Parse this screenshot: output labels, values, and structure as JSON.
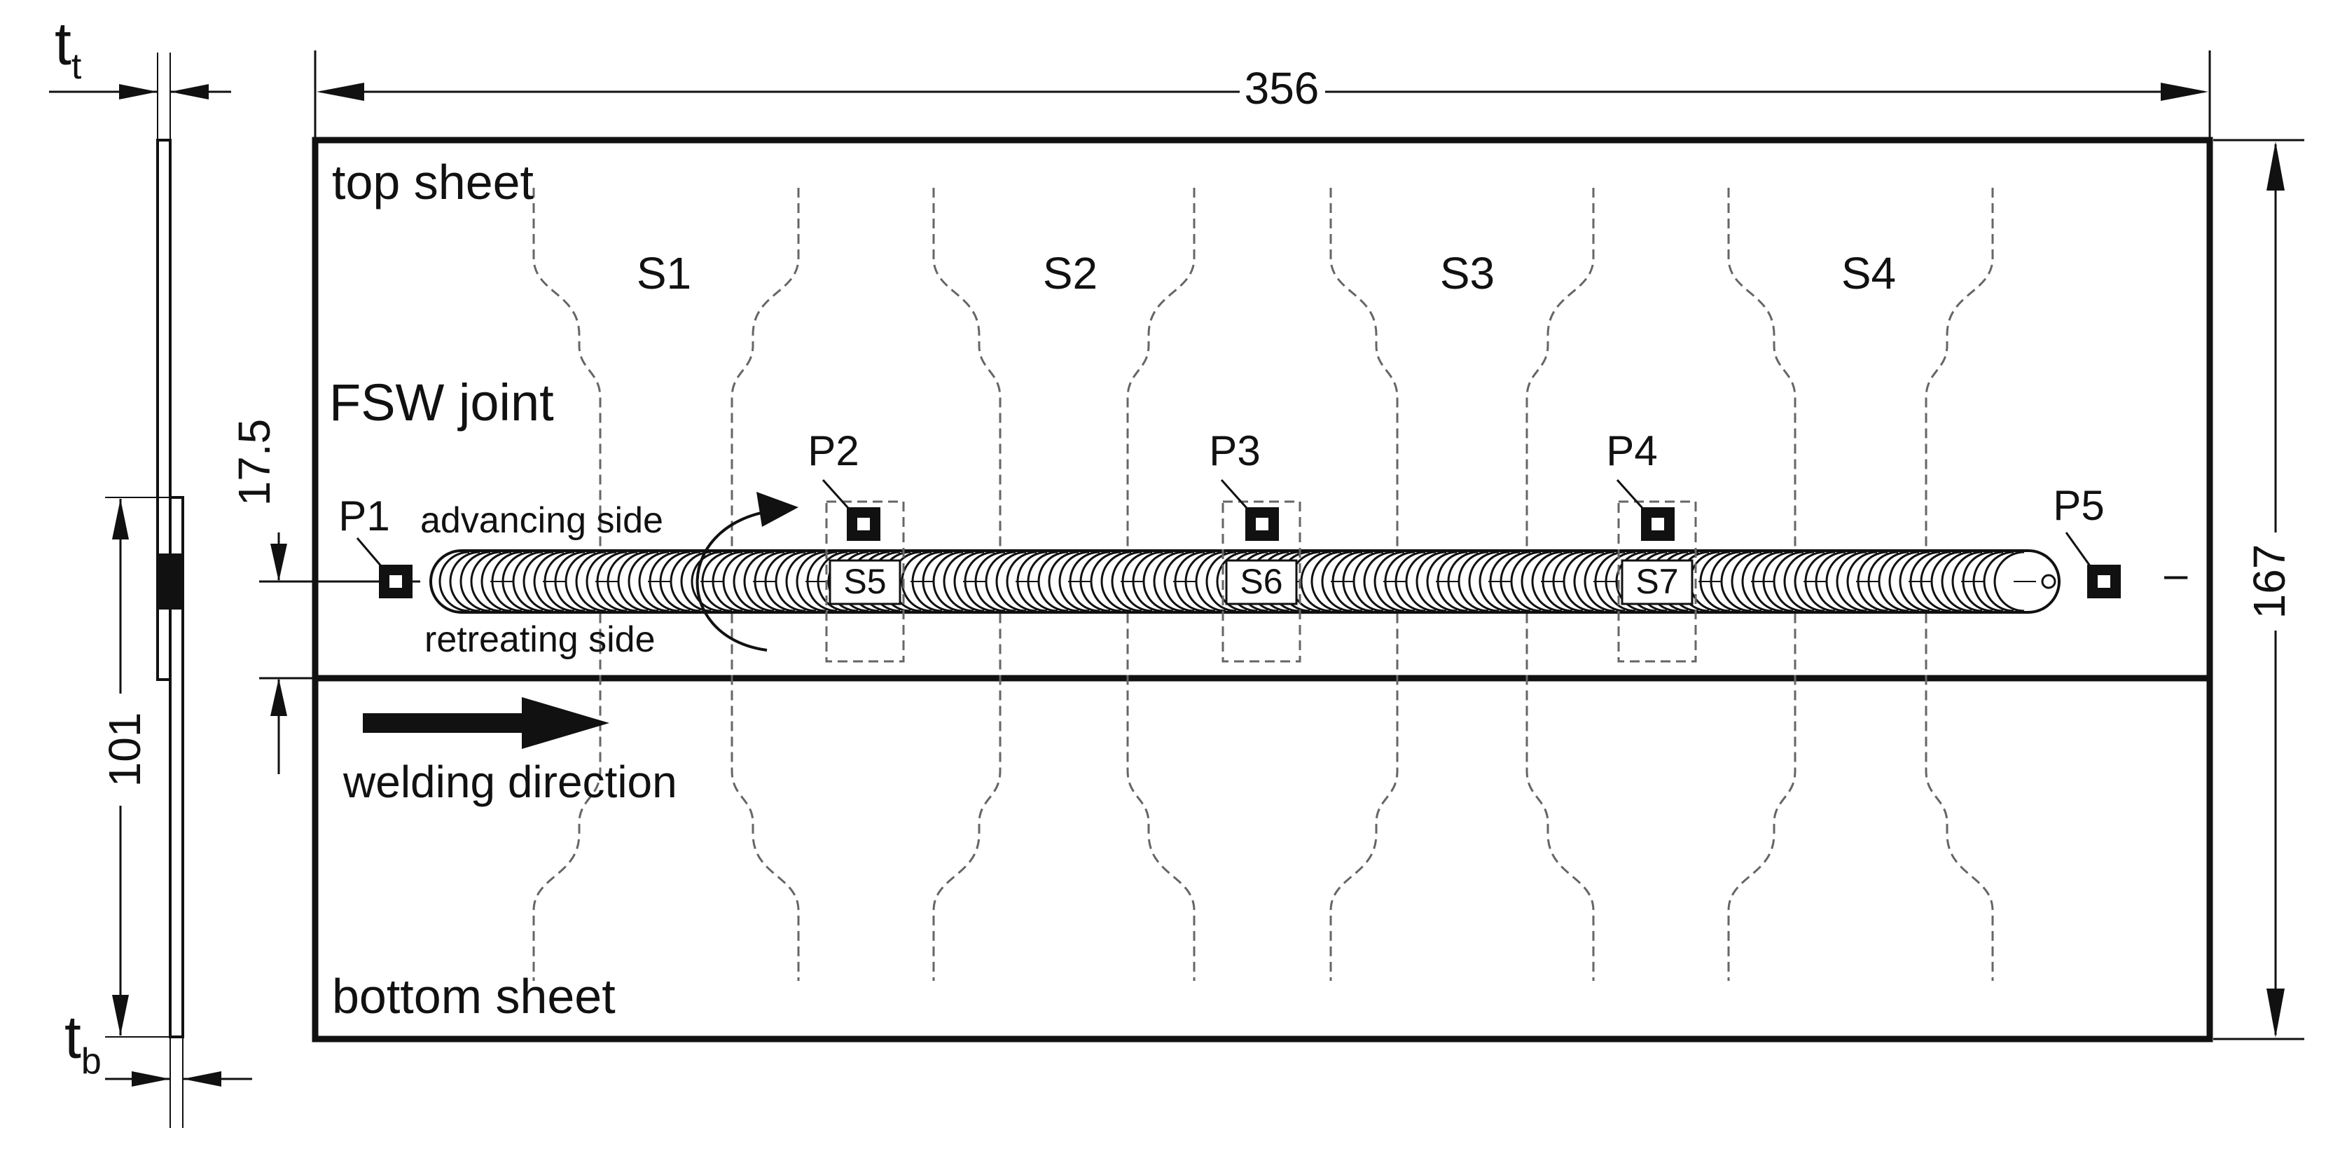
{
  "diagram": {
    "dimensions": {
      "overall_length": "356",
      "overall_width": "167",
      "offset": "17.5",
      "bottom_dim": "101",
      "top_thickness_main": "t",
      "top_thickness_sub": "t",
      "bottom_thickness_main": "t",
      "bottom_thickness_sub": "b"
    },
    "labels": {
      "top_sheet": "top sheet",
      "bottom_sheet": "bottom sheet",
      "fsw_joint": "FSW joint",
      "advancing_side": "advancing side",
      "retreating_side": "retreating side",
      "welding_direction": "welding direction",
      "end_mark": "–"
    },
    "specimens": [
      {
        "id": "S1"
      },
      {
        "id": "S2"
      },
      {
        "id": "S3"
      },
      {
        "id": "S4"
      }
    ],
    "samples": [
      {
        "id": "S5"
      },
      {
        "id": "S6"
      },
      {
        "id": "S7"
      }
    ],
    "points": [
      {
        "id": "P1"
      },
      {
        "id": "P2"
      },
      {
        "id": "P3"
      },
      {
        "id": "P4"
      },
      {
        "id": "P5"
      }
    ],
    "colors": {
      "line": "#111111",
      "dashed": "#666666",
      "background": "#ffffff"
    }
  }
}
